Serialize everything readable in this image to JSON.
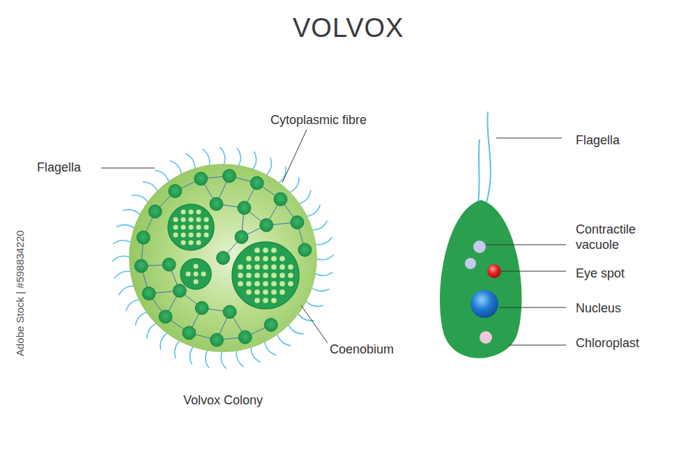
{
  "diagram": {
    "title": "VOLVOX",
    "labels": [
      "Flagella",
      "Cytoplasmic fibre",
      "Coenobium",
      "Volvox Colony",
      "Flagella",
      "Contractile vacuole",
      "Eye spot",
      "Nucleus",
      "Chloroplast",
      "Adobe Stock | #598834220"
    ]
  }
}
